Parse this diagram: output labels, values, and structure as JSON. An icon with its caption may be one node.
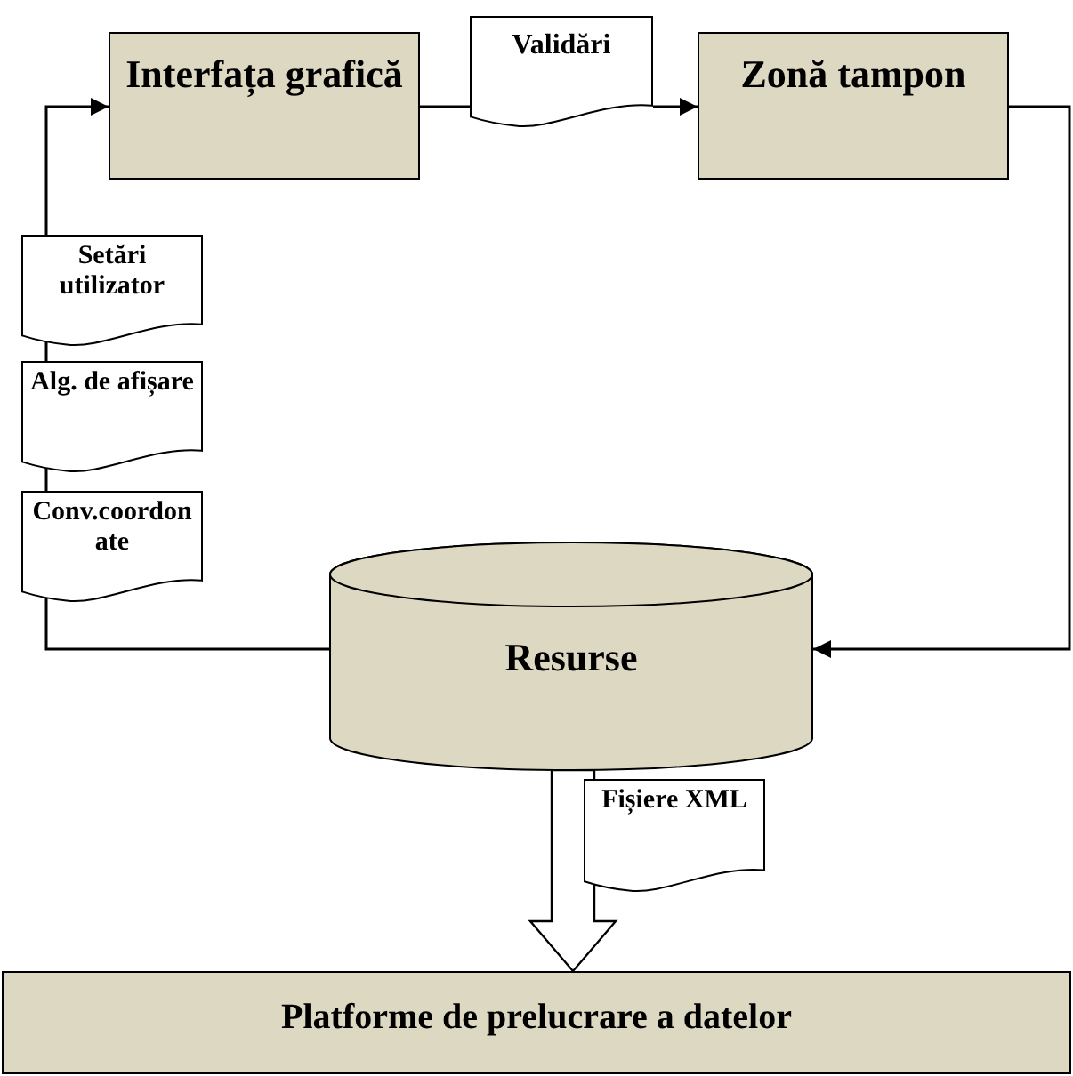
{
  "diagram": {
    "nodes": [
      {
        "text": [
          "Interfața grafică"
        ]
      },
      {
        "text": [
          "Validări"
        ]
      },
      {
        "text": [
          "Zonă tampon"
        ]
      },
      {
        "text": [
          "Setări utilizator"
        ]
      },
      {
        "text": [
          "Alg. de afișare"
        ]
      },
      {
        "text": [
          "Conv.coordonate"
        ]
      },
      {
        "text": [
          "Resurse"
        ]
      },
      {
        "text": [
          "Fișiere XML"
        ]
      },
      {
        "text": [
          "Platforme de prelucrare  a datelor"
        ]
      }
    ],
    "edges": [
      {
        "from": 0,
        "to": 1,
        "arrow": "none"
      },
      {
        "from": 1,
        "to": 2,
        "arrow": "to"
      },
      {
        "from": 2,
        "to": 6,
        "arrow": "to"
      },
      {
        "from": 6,
        "to": 5,
        "arrow": "none"
      },
      {
        "from": 5,
        "to": 4,
        "arrow": "none"
      },
      {
        "from": 4,
        "to": 3,
        "arrow": "none"
      },
      {
        "from": 3,
        "to": 0,
        "arrow": "to"
      },
      {
        "from": 6,
        "to": 8,
        "arrow": "to",
        "style": "thick"
      }
    ]
  }
}
